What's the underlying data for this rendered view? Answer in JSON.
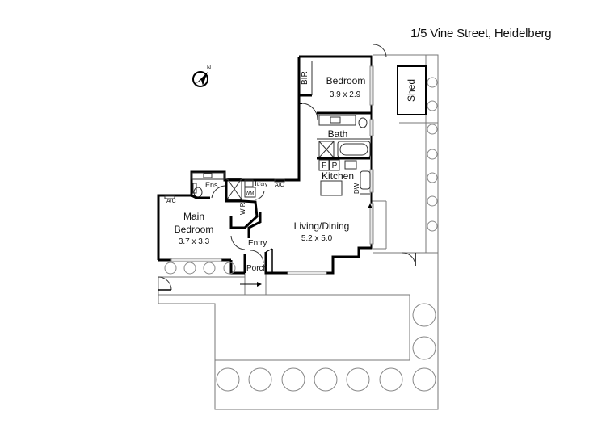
{
  "title": "1/5 Vine Street, Heidelberg",
  "compass": {
    "label": "N",
    "icon": "north-compass-icon"
  },
  "rooms": {
    "bedroom": {
      "name": "Bedroom",
      "size": "3.9 x 2.9"
    },
    "bir": {
      "name": "BIR"
    },
    "shed": {
      "name": "Shed"
    },
    "bath": {
      "name": "Bath"
    },
    "kitchen": {
      "name": "Kitchen",
      "fridge": "F",
      "pantry": "P",
      "dishwasher": "DW"
    },
    "main_bedroom": {
      "name_line1": "Main",
      "name_line2": "Bedroom",
      "size": "3.7 x 3.3"
    },
    "ensuite": {
      "name": "Ens"
    },
    "wir": {
      "name": "WIR"
    },
    "laundry": {
      "name": "L'dry",
      "washing_machine": "WM"
    },
    "living": {
      "name": "Living/Dining",
      "size": "5.2 x 5.0"
    },
    "entry": {
      "name": "Entry"
    },
    "porch": {
      "name": "Porch"
    },
    "ac1": {
      "name": "A/C"
    },
    "ac2": {
      "name": "A/C"
    }
  }
}
